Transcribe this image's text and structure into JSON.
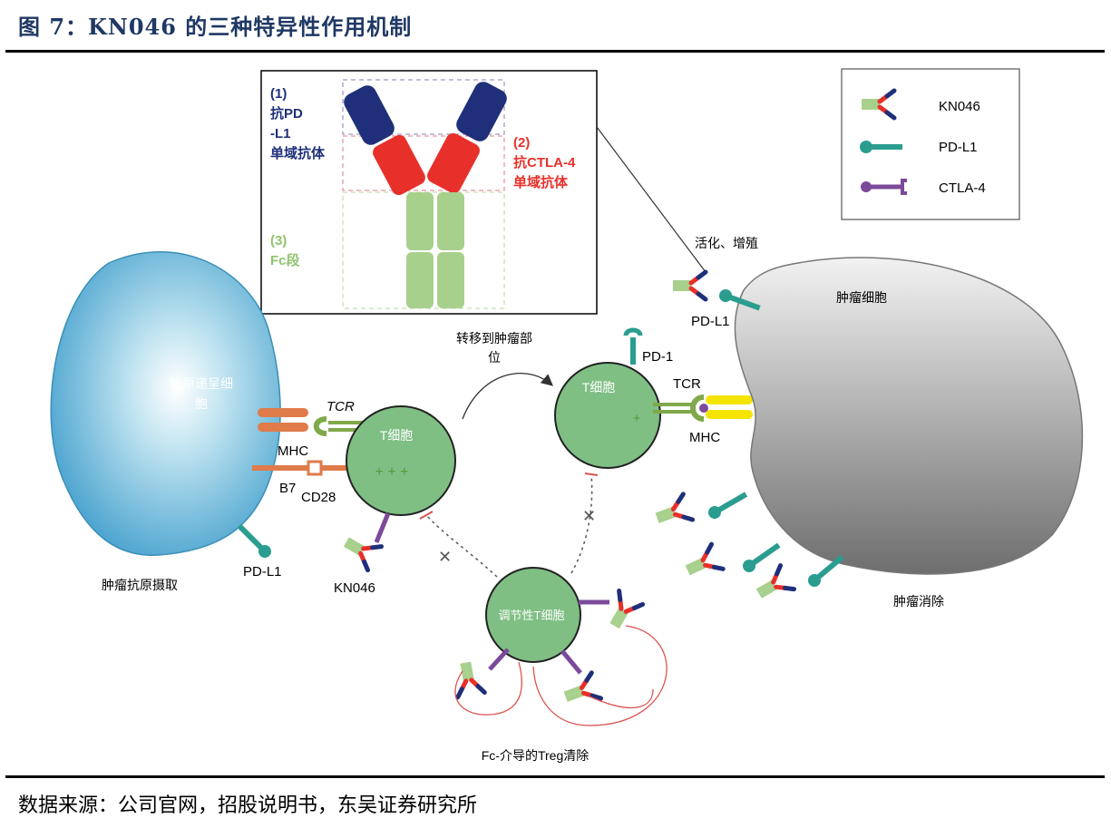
{
  "figure_title": "图 7：KN046 的三种特异性作用机制",
  "source": "数据来源：公司官网，招股说明书，东吴证券研究所",
  "inset": {
    "label1": [
      "(1)",
      "抗PD",
      "-L1",
      "单域抗体"
    ],
    "label2": [
      "(2)",
      "抗CTLA-4",
      "单域抗体"
    ],
    "label3": [
      "(3)",
      "Fc段"
    ]
  },
  "legend": {
    "kn046": "KN046",
    "pdl1": "PD-L1",
    "ctla4": "CTLA-4"
  },
  "apc": {
    "label_line1": "抗原递呈细",
    "label_line2": "胞",
    "caption": "肿瘤抗原摄取"
  },
  "tcell_left": {
    "label": "T细胞"
  },
  "tcell_right": {
    "label": "T细胞"
  },
  "treg": {
    "label": "调节性T细胞",
    "caption": "Fc-介导的Treg清除"
  },
  "tumor": {
    "label": "肿瘤细胞",
    "caption": "肿瘤消除",
    "activate": "活化、增殖"
  },
  "migrate": {
    "line1": "转移到肿瘤部",
    "line2": "位"
  },
  "labels": {
    "tcr_left": "TCR",
    "mhc_left": "MHC",
    "b7": "B7",
    "cd28": "CD28",
    "pdl1_left": "PD-L1",
    "kn046_left": "KN046",
    "pd1": "PD-1",
    "tcr_right": "TCR",
    "mhc_right": "MHC",
    "pdl1_right": "PD-L1"
  },
  "colors": {
    "title": "#1f3864",
    "navy": "#1f2f7a",
    "red": "#e8302a",
    "fc_green": "#a8d08d",
    "teal": "#2a9d8f",
    "purple": "#7b4a9a",
    "tcell": "#7fbf84",
    "orange": "#e07b4a",
    "yellow": "#f5e400",
    "treg_line": "#d9534f"
  }
}
